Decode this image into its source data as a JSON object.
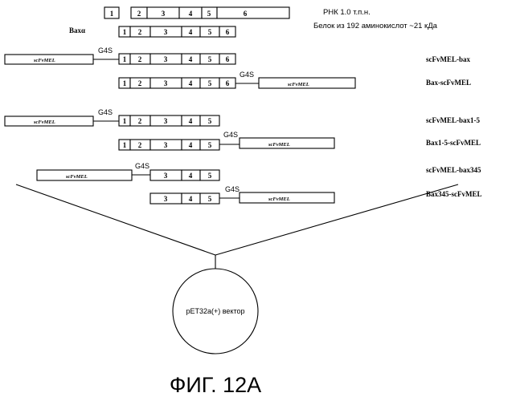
{
  "header": {
    "rna_note": "РНК 1.0 т.п.н.",
    "protein_note": "Белок из 192 аминокислот ~21 кДа",
    "bax_alpha_label": "Baxα"
  },
  "linker_label": "G4S",
  "scfv_label": "scFvMEL",
  "constructs": [
    {
      "name": "scFvMEL-bax"
    },
    {
      "name": "Bax-scFvMEL"
    },
    {
      "name": "scFvMEL-bax1-5"
    },
    {
      "name": "Bax1-5-scFvMEL"
    },
    {
      "name": "scFvMEL-bax345"
    },
    {
      "name": "Bax345-scFvMEL"
    }
  ],
  "vector_label": "pET32a(+) вектор",
  "caption": "ФИГ. 12А"
}
